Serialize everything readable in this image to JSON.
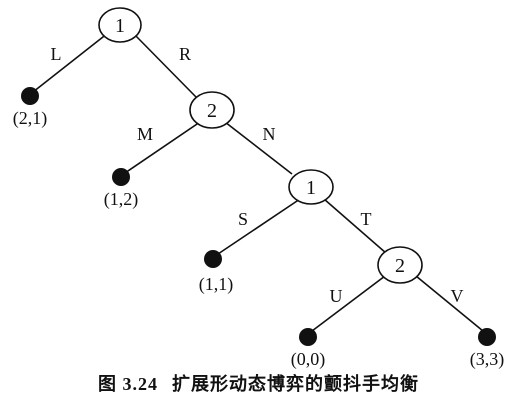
{
  "tree": {
    "decision_nodes": [
      {
        "id": "root",
        "player": "1"
      },
      {
        "id": "n2",
        "player": "2"
      },
      {
        "id": "n3",
        "player": "1"
      },
      {
        "id": "n4",
        "player": "2"
      }
    ],
    "edges": [
      {
        "from": "root",
        "to": "leaf1",
        "label": "L"
      },
      {
        "from": "root",
        "to": "n2",
        "label": "R"
      },
      {
        "from": "n2",
        "to": "leaf2",
        "label": "M"
      },
      {
        "from": "n2",
        "to": "n3",
        "label": "N"
      },
      {
        "from": "n3",
        "to": "leaf3",
        "label": "S"
      },
      {
        "from": "n3",
        "to": "n4",
        "label": "T"
      },
      {
        "from": "n4",
        "to": "leaf4",
        "label": "U"
      },
      {
        "from": "n4",
        "to": "leaf5",
        "label": "V"
      }
    ],
    "leaves": [
      {
        "id": "leaf1",
        "payoff": "(2,1)"
      },
      {
        "id": "leaf2",
        "payoff": "(1,2)"
      },
      {
        "id": "leaf3",
        "payoff": "(1,1)"
      },
      {
        "id": "leaf4",
        "payoff": "(0,0)"
      },
      {
        "id": "leaf5",
        "payoff": "(3,3)"
      }
    ]
  },
  "caption": {
    "figure_number": "图 3.24",
    "text": "扩展形动态博弈的颤抖手均衡"
  }
}
